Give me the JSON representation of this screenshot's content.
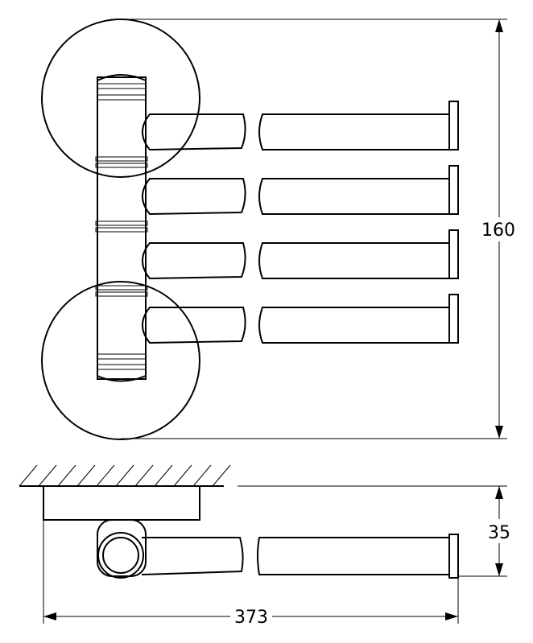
{
  "dimensions": {
    "height_label": "160",
    "depth_label": "35",
    "width_label": "373"
  },
  "arms": {
    "count": 4
  },
  "colors": {
    "line": "#000000",
    "background": "#ffffff"
  }
}
